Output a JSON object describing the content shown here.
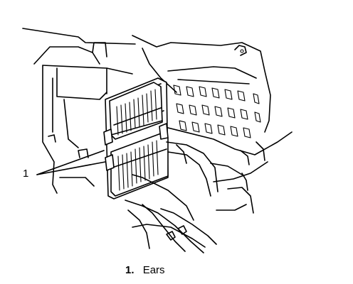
{
  "callout": {
    "number": "1"
  },
  "legend": {
    "number": "1.",
    "label": "Ears"
  }
}
